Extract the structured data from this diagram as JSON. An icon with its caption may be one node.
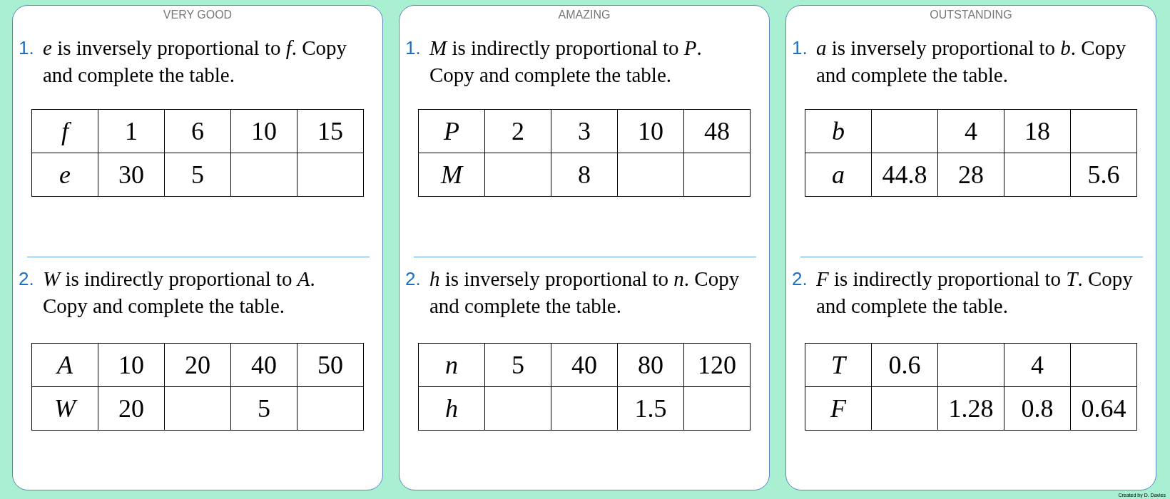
{
  "diagram": {
    "nodes": [
      {
        "text": [
          "VERY GOOD",
          "1.",
          "*e* is inversely proportional to *f*. Copy and complete the table.",
          "2.",
          "*W* is indirectly proportional to *A*. Copy and complete the table."
        ]
      },
      {
        "text": [
          "f",
          "1",
          "6",
          "10",
          "15",
          "e",
          "30",
          "5"
        ],
        "in": 0
      },
      {
        "text": [
          "A",
          "10",
          "20",
          "40",
          "50",
          "W",
          "20",
          "5"
        ],
        "in": 0
      },
      {
        "text": [
          "AMAZING",
          "1.",
          "*M* is indirectly proportional to *P*. Copy and complete the table.",
          "2.",
          "*h* is inversely proportional to *n*. Copy and complete the table."
        ]
      },
      {
        "text": [
          "P",
          "2",
          "3",
          "10",
          "48",
          "M",
          "8"
        ],
        "in": 3
      },
      {
        "text": [
          "n",
          "5",
          "40",
          "80",
          "120",
          "h",
          "1.5"
        ],
        "in": 3
      },
      {
        "text": [
          "OUTSTANDING",
          "1.",
          "*a* is inversely proportional to *b*. Copy and complete the table.",
          "2.",
          "*F* is indirectly proportional to *T*. Copy and complete the table."
        ]
      },
      {
        "text": [
          "b",
          "4",
          "18",
          "a",
          "44.8",
          "28",
          "5.6"
        ],
        "in": 6
      },
      {
        "text": [
          "T",
          "0.6",
          "4",
          "F",
          "1.28",
          "0.8",
          "0.64"
        ],
        "in": 6
      }
    ],
    "labels": [
      "Created by D. Davies"
    ]
  }
}
